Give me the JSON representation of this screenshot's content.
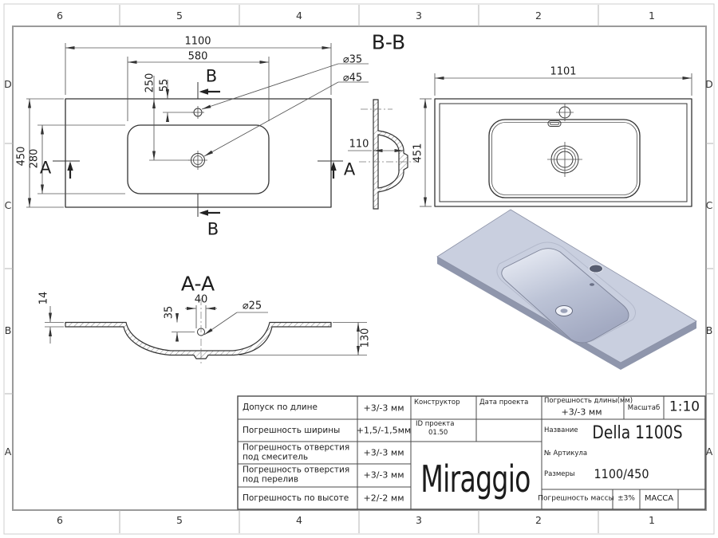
{
  "sheet": {
    "grid_columns": [
      "6",
      "5",
      "4",
      "3",
      "2",
      "1"
    ],
    "grid_rows": [
      "D",
      "C",
      "B",
      "A"
    ]
  },
  "colors": {
    "line": "#333333",
    "render_body": "#c9cfdf"
  },
  "views": {
    "top": {
      "section_b": "B",
      "section_a": "A",
      "dim_width": "1100",
      "dim_basin_width": "580",
      "dim_drain_offset": "250",
      "dim_faucet_offset": "55",
      "dim_depth": "450",
      "dim_basin_depth": "280",
      "dia_faucet_hole": "⌀35",
      "dia_drain_hole": "⌀45"
    },
    "section_bb": {
      "title": "B-B",
      "dim_width": "1101",
      "dim_height": "451",
      "dim_profile_depth": "110"
    },
    "section_aa": {
      "title": "A-A",
      "dim_thickness": "14",
      "dim_hole_width": "40",
      "dim_hole_depth": "35",
      "dia_overflow_hole": "⌀25",
      "dim_bowl_depth": "130"
    }
  },
  "title_block": {
    "tolerances": [
      {
        "label": "Допуск по длине",
        "value": "+3/-3 мм"
      },
      {
        "label": "Погрешность ширины",
        "value": "+1,5/-1,5мм"
      },
      {
        "label": "Погрешность отверстия под смеситель",
        "value": "+3/-3 мм"
      },
      {
        "label": "Погрешность отверстия под перелив",
        "value": "+3/-3 мм"
      },
      {
        "label": "Погрешность по высоте",
        "value": "+2/-2 мм"
      }
    ],
    "constructor_label": "Конструктор",
    "date_label": "Дата проекта",
    "project_id_label": "ID проекта",
    "project_id_value": "01.50",
    "logo": "Miraggio",
    "length_tolerance_label": "Погрешность длины(мм)",
    "length_tolerance_value": "+3/-3 мм",
    "scale_label": "Масштаб",
    "scale_value": "1:10",
    "name_label": "Название",
    "name_value": "Della 1100S",
    "article_label": "№ Артикула",
    "size_label": "Размеры",
    "size_value": "1100/450",
    "mass_tolerance_label": "Погрешность массы",
    "mass_tolerance_value": "±3%",
    "mass_label": "МАССА"
  }
}
